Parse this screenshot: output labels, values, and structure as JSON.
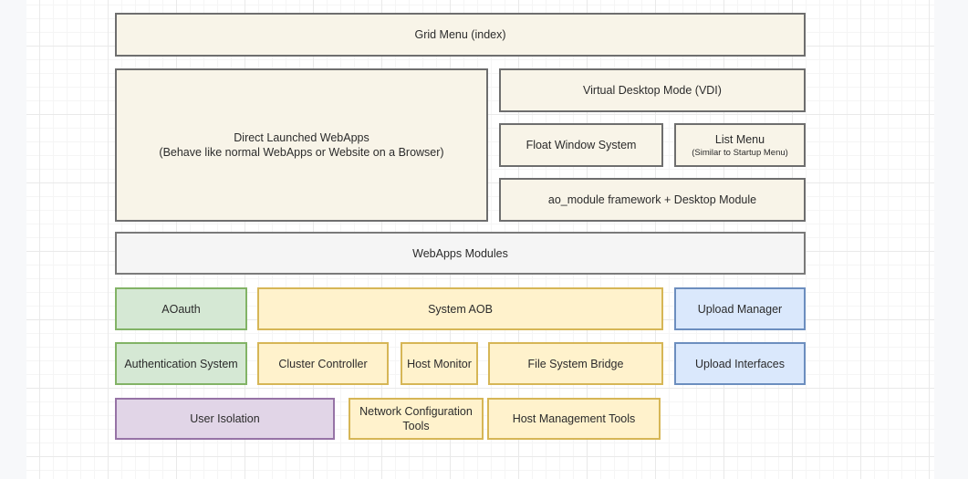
{
  "diagram": {
    "title_hint": "WebApps / Desktop architecture diagram on grid canvas",
    "palette": {
      "page_background": "#F7F8FA",
      "canvas_background": "#FFFFFF",
      "grid_minor": "#F5F5F5",
      "grid_major": "#E9E9E9",
      "cream_fill": "#F8F4E8",
      "cream_border": "#6E6E6E",
      "gray_fill": "#F5F5F5",
      "gray_border": "#7A7A7A",
      "green_fill": "#D5E8D4",
      "green_border": "#82B366",
      "yellow_fill": "#FFF2CC",
      "yellow_border": "#D6B656",
      "blue_fill": "#DAE8FC",
      "blue_border": "#6C8EBF",
      "purple_fill": "#E1D5E7",
      "purple_border": "#9673A6",
      "text_color": "#2B2B2B"
    },
    "boxes": {
      "grid_menu": {
        "label": "Grid Menu (index)",
        "color": "cream"
      },
      "direct_webapps": {
        "label": "Direct Launched WebApps",
        "sublabel": "(Behave like normal WebApps or Website on a Browser)",
        "color": "cream"
      },
      "vdi": {
        "label": "Virtual Desktop Mode (VDI)",
        "color": "cream"
      },
      "float_window": {
        "label": "Float Window System",
        "color": "cream"
      },
      "list_menu": {
        "label": "List Menu",
        "sublabel": "(Similar to Startup Menu)",
        "color": "cream"
      },
      "ao_module": {
        "label": "ao_module framework + Desktop Module",
        "color": "cream"
      },
      "webapps_modules": {
        "label": "WebApps Modules",
        "color": "gray"
      },
      "aoauth": {
        "label": "AOauth",
        "color": "green"
      },
      "system_aob": {
        "label": "System AOB",
        "color": "yellow"
      },
      "upload_manager": {
        "label": "Upload Manager",
        "color": "blue"
      },
      "auth_system": {
        "label": "Authentication System",
        "color": "green"
      },
      "cluster_controller": {
        "label": "Cluster Controller",
        "color": "yellow"
      },
      "host_monitor": {
        "label": "Host Monitor",
        "color": "yellow"
      },
      "fs_bridge": {
        "label": "File System Bridge",
        "color": "yellow"
      },
      "upload_interfaces": {
        "label": "Upload Interfaces",
        "color": "blue"
      },
      "user_isolation": {
        "label": "User Isolation",
        "color": "purple"
      },
      "network_config": {
        "label": "Network Configuration Tools",
        "color": "yellow"
      },
      "host_mgmt": {
        "label": "Host Management Tools",
        "color": "yellow"
      }
    }
  }
}
